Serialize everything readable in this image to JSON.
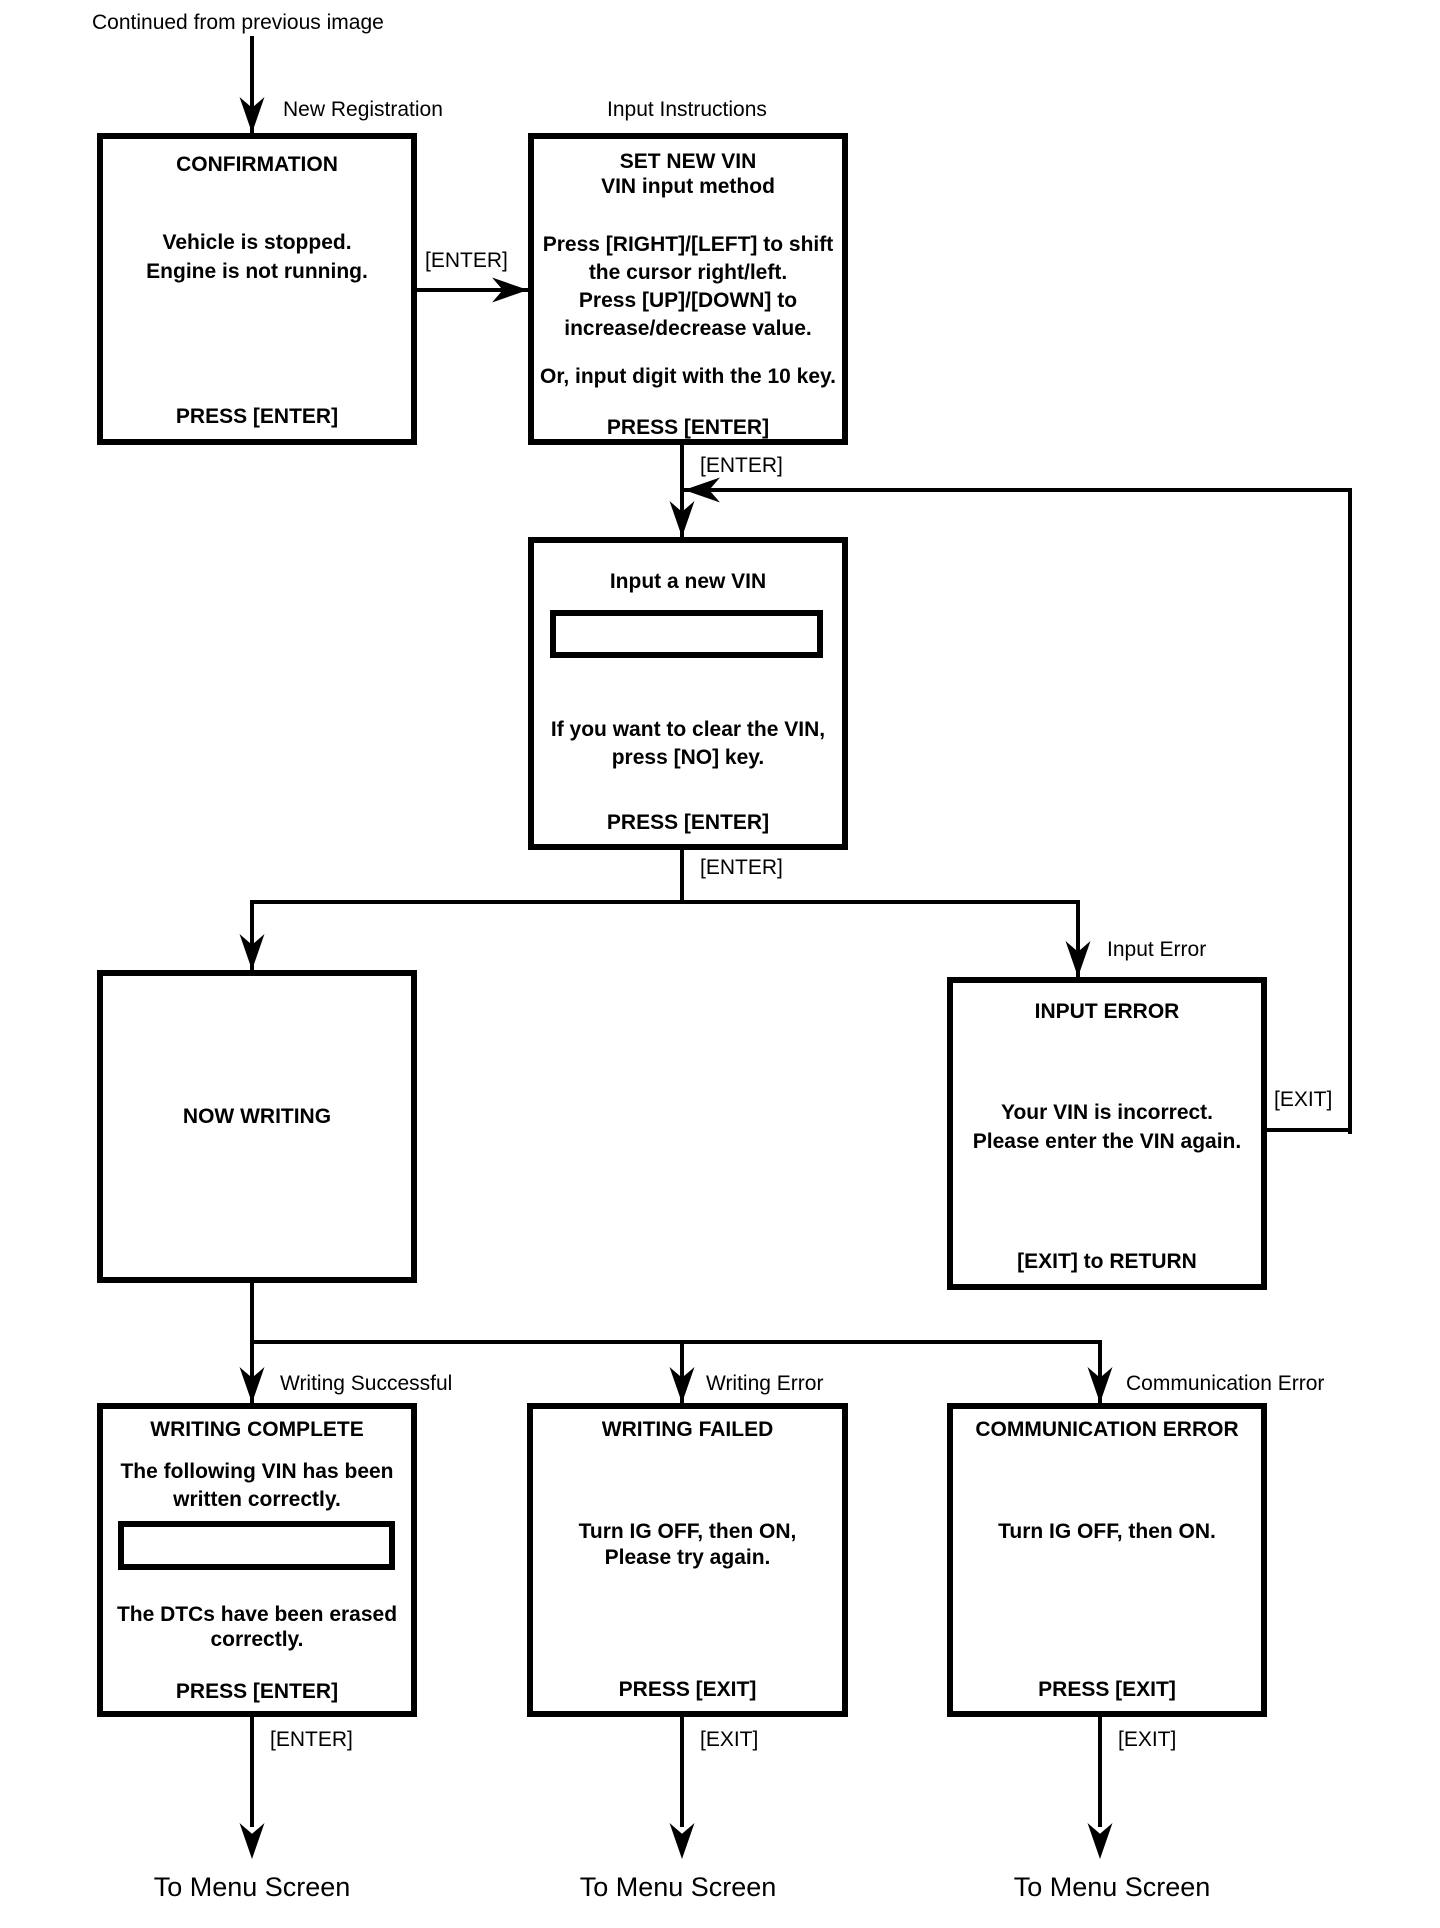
{
  "title": "VIN registration flowchart (continued)",
  "colors": {
    "line": "#000000",
    "background": "#ffffff"
  },
  "labels": {
    "continued": "Continued from previous image",
    "new_registration": "New Registration",
    "input_instructions": "Input Instructions",
    "enter": "[ENTER]",
    "exit": "[EXIT]",
    "input_error": "Input Error",
    "writing_successful": "Writing Successful",
    "writing_error": "Writing Error",
    "communication_error": "Communication Error",
    "to_menu_screen": "To Menu Screen"
  },
  "boxes": {
    "confirmation": {
      "title": "CONFIRMATION",
      "line1": "Vehicle is stopped.",
      "line2": "Engine is not running.",
      "footer": "PRESS [ENTER]"
    },
    "set_new_vin": {
      "title1": "SET NEW VIN",
      "title2": "VIN input method",
      "line1": "Press [RIGHT]/[LEFT] to shift",
      "line2": "the cursor right/left.",
      "line3": "Press [UP]/[DOWN] to",
      "line4": "increase/decrease value.",
      "line5": "Or, input digit with the 10 key.",
      "footer": "PRESS [ENTER]"
    },
    "input_new_vin": {
      "title": "Input a new VIN",
      "input_value": "",
      "line1": "If you want to clear the VIN,",
      "line2": "press [NO] key.",
      "footer": "PRESS [ENTER]"
    },
    "now_writing": {
      "title": "NOW WRITING"
    },
    "input_error": {
      "title": "INPUT ERROR",
      "line1": "Your VIN is incorrect.",
      "line2": "Please enter the VIN again.",
      "footer": "[EXIT] to RETURN"
    },
    "writing_complete": {
      "title": "WRITING COMPLETE",
      "line1": "The following VIN has been",
      "line2": "written correctly.",
      "input_value": "",
      "line3": "The DTCs have been erased",
      "line4": "correctly.",
      "footer": "PRESS [ENTER]"
    },
    "writing_failed": {
      "title": "WRITING FAILED",
      "line1": "Turn IG OFF, then ON,",
      "line2": "Please try again.",
      "footer": "PRESS [EXIT]"
    },
    "communication_error": {
      "title": "COMMUNICATION ERROR",
      "line1": "Turn IG OFF, then ON.",
      "footer": "PRESS [EXIT]"
    }
  }
}
